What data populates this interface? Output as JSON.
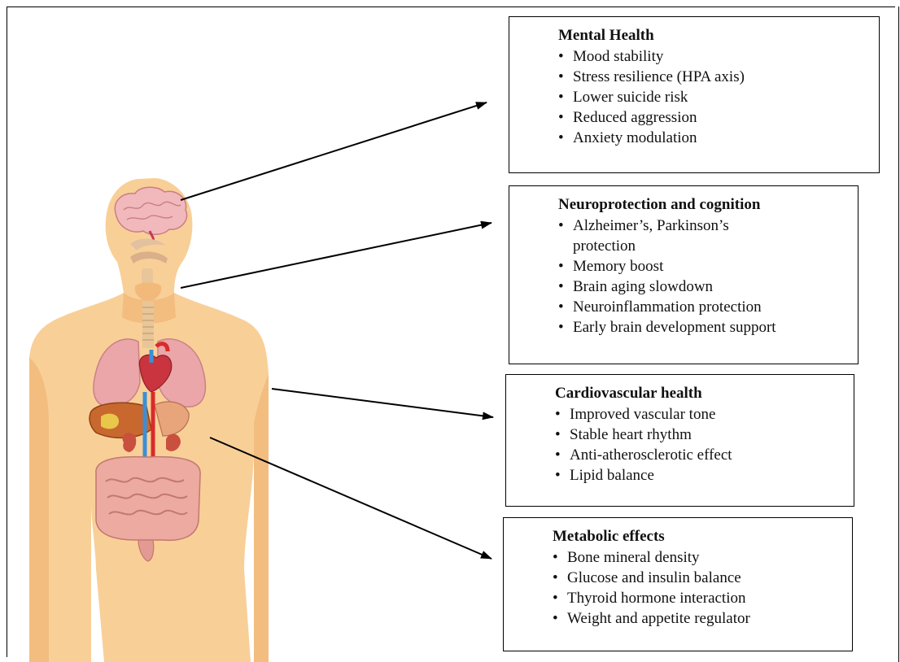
{
  "boxes": [
    {
      "title": "Mental Health",
      "items": [
        "Mood stability",
        "Stress resilience (HPA axis)",
        "Lower suicide risk",
        "Reduced aggression",
        "Anxiety modulation"
      ]
    },
    {
      "title": "Neuroprotection and cognition",
      "items": [
        "Alzheimer’s, Parkinson’s protection",
        "Memory boost",
        "Brain aging slowdown",
        "Neuroinflammation protection",
        "Early brain development support"
      ]
    },
    {
      "title": "Cardiovascular health",
      "items": [
        "Improved vascular tone",
        "Stable heart rhythm",
        "Anti-atherosclerotic effect",
        "Lipid balance"
      ]
    },
    {
      "title": "Metabolic effects",
      "items": [
        "Bone mineral density",
        "Glucose and insulin balance",
        "Thyroid hormone interaction",
        "Weight and appetite regulator"
      ]
    }
  ],
  "colors": {
    "skin": "#f9cf98",
    "skin_shade": "#f2bd7f",
    "brain": "#f1b9bb",
    "lung": "#eaa6a8",
    "liver": "#c8682e",
    "intestine": "#ecaaa0",
    "artery": "#d92b2b",
    "vein": "#3b8fd6",
    "trachea": "#e9c59a",
    "arrow": "#000000"
  }
}
